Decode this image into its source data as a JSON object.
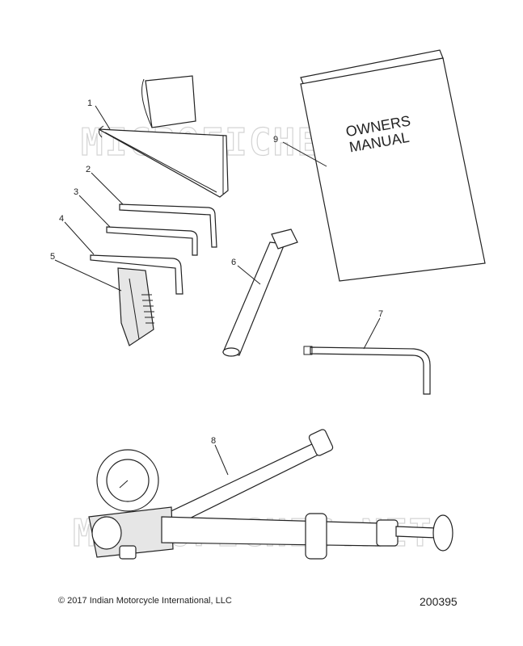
{
  "watermark": "MICROFICHES.NET",
  "manual_cover": {
    "line1": "OWNERS",
    "line2": "MANUAL"
  },
  "callouts": [
    "1",
    "2",
    "3",
    "4",
    "5",
    "6",
    "7",
    "8",
    "9"
  ],
  "footer": {
    "copyright_symbol": "©",
    "copyright_text": "2017 Indian Motorcycle International, LLC",
    "drawing_number": "200395"
  }
}
